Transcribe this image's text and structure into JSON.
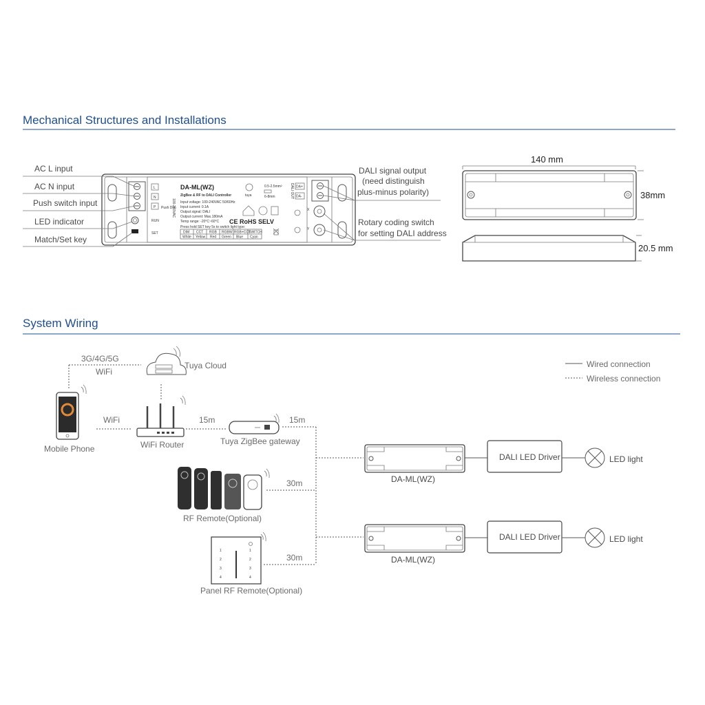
{
  "sections": {
    "mechanical": "Mechanical Structures and Installations",
    "wiring": "System Wiring"
  },
  "colors": {
    "title": "#1f4e8c",
    "rule": "#1f4e8c",
    "line": "#555555"
  },
  "mechanical": {
    "left_labels": [
      "AC L input",
      "AC N input",
      "Push switch input",
      "LED indicator",
      "Match/Set key"
    ],
    "right_labels": {
      "dali_output": [
        "DALI signal output",
        "(need distinguish",
        "plus-minus polarity)"
      ],
      "rotary": [
        "Rotary coding switch",
        "for setting DALI address"
      ]
    },
    "device": {
      "model": "DA-ML(WZ)",
      "subtitle": "ZigBee & RF to DALI Controller",
      "specs": [
        "Input voltage: 100-240VAC 50/60Hz",
        "Input current: 0.1A",
        "Output signal: DALI",
        "Output current: Max.180mA",
        "Temp range: -20°C~60°C"
      ],
      "terminals": [
        "L",
        "N",
        "P"
      ],
      "push_label": "Push Dim",
      "side_text": "100-240VAC",
      "run_label": "RUN",
      "set_label": "SET",
      "press_hint": "Press hold SET key 5s to switch light type:",
      "modes": [
        {
          "name": "DIM",
          "color": "White"
        },
        {
          "name": "CCT",
          "color": "Yellow"
        },
        {
          "name": "RGB",
          "color": "Red"
        },
        {
          "name": "RGBW",
          "color": "Green"
        },
        {
          "name": "RGB+CCT",
          "color": "Blue"
        },
        {
          "name": "SWITCH",
          "color": "Cyan"
        }
      ],
      "marks": "CE RoHS SELV",
      "wire_spec": "0.5-2.5mm²",
      "strip": "6-8mm",
      "tuya": "tuya",
      "dali_terms": [
        "DA+",
        "DA-"
      ],
      "dali_side": "DALI OUT",
      "rotary_letters": [
        "X",
        "Y"
      ]
    },
    "dimensions": {
      "length": "140 mm",
      "width": "38mm",
      "height": "20.5 mm"
    }
  },
  "wiring": {
    "legend": {
      "wired": "Wired connection",
      "wireless": "Wireless connection"
    },
    "phone": "Mobile Phone",
    "network": "3G/4G/5G",
    "wifi_top": "WiFi",
    "wifi_link": "WiFi",
    "cloud": "Tuya Cloud",
    "router": "WiFi Router",
    "gateway": "Tuya ZigBee gateway",
    "dist_router_gw": "15m",
    "dist_gw_line": "15m",
    "rf_remote": "RF Remote(Optional)",
    "dist_rf": "30m",
    "panel_remote": "Panel RF Remote(Optional)",
    "dist_panel": "30m",
    "panel_keys_left": [
      "1",
      "2",
      "3",
      "4"
    ],
    "panel_keys_right": [
      "1",
      "2",
      "3",
      "4"
    ],
    "controller": "DA-ML(WZ)",
    "driver": "DALI LED Driver",
    "light": "LED light"
  }
}
